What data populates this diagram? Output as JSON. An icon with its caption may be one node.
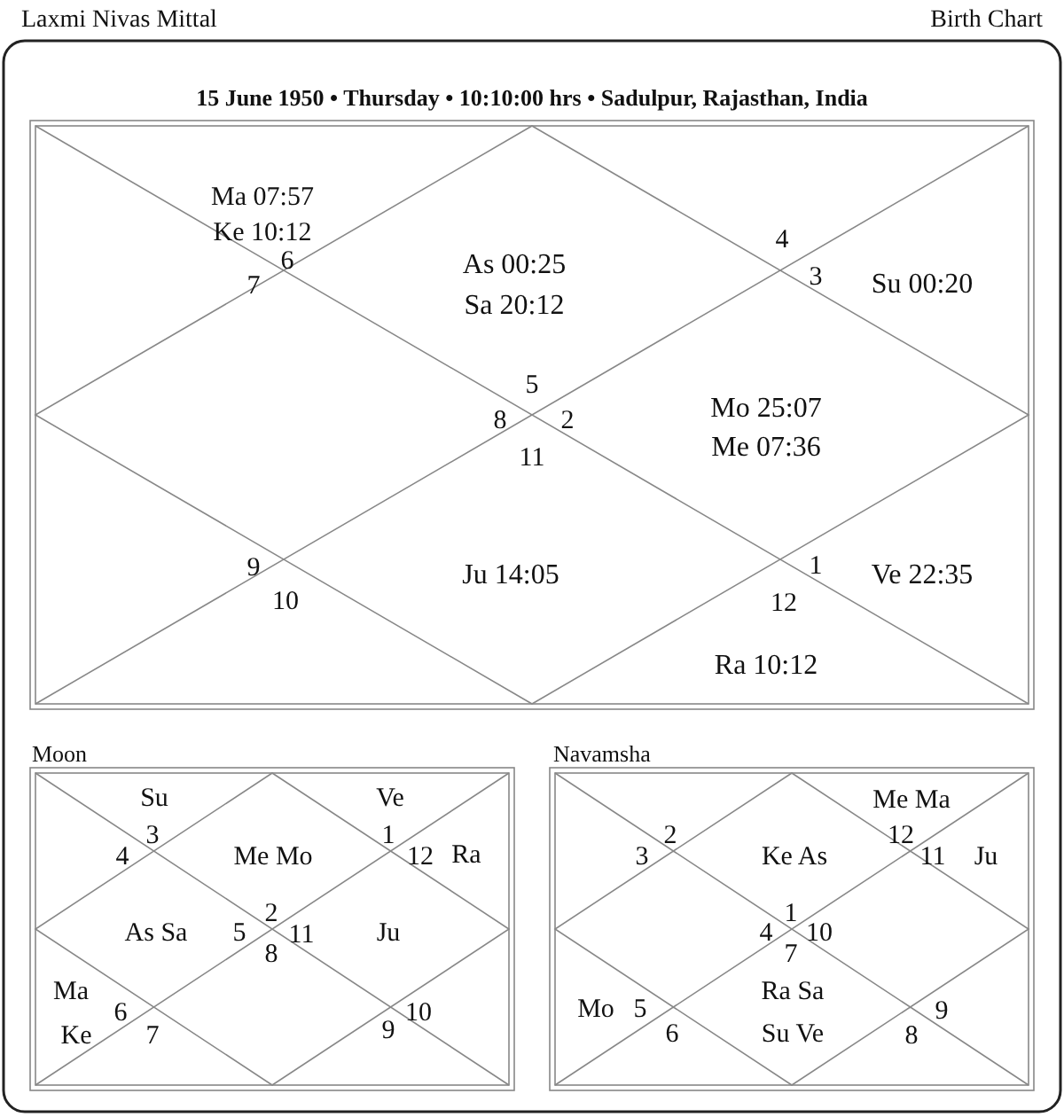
{
  "diagram": {
    "labels": [
      "Laxmi Nivas Mittal",
      "Birth Chart",
      "15 June 1950 • Thursday • 10:10:00 hrs • Sadulpur, Rajasthan, India",
      "Ma 07:57",
      "Ke 10:12",
      "6",
      "7",
      "As 00:25",
      "Sa 20:12",
      "4",
      "3",
      "Su 00:20",
      "5",
      "8",
      "2",
      "11",
      "Mo 25:07",
      "Me 07:36",
      "9",
      "10",
      "Ju 14:05",
      "1",
      "Ve 22:35",
      "12",
      "Ra 10:12",
      "Moon",
      "Navamsha",
      "Su",
      "3",
      "4",
      "Me Mo",
      "Ve",
      "1",
      "12",
      "Ra",
      "As Sa",
      "5",
      "2",
      "11",
      "8",
      "Ju",
      "Ma",
      "6",
      "Ke",
      "7",
      "9",
      "10",
      "Me Ma",
      "2",
      "12",
      "3",
      "Ke As",
      "11",
      "Ju",
      "1",
      "4",
      "10",
      "7",
      "Ra Sa",
      "Mo",
      "5",
      "9",
      "6",
      "Su Ve",
      "8"
    ]
  }
}
